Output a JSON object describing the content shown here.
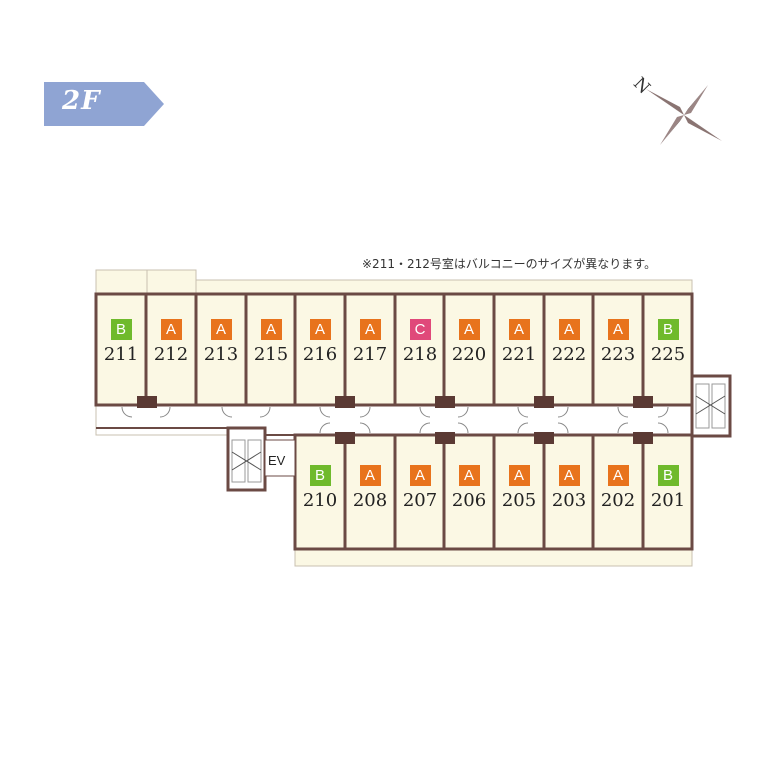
{
  "floor_label": "2F",
  "compass": {
    "label": "N"
  },
  "note": "※211・212号室はバルコニーのサイズが異なります。",
  "ev_label": "EV",
  "colors": {
    "A": "#e8731c",
    "B": "#6fba2c",
    "C": "#e0497a",
    "wall": "#6b4a44",
    "room": "#fbf8e4",
    "tag": "#8fa4d3"
  },
  "units_top": [
    {
      "type": "B",
      "number": "211"
    },
    {
      "type": "A",
      "number": "212"
    },
    {
      "type": "A",
      "number": "213"
    },
    {
      "type": "A",
      "number": "215"
    },
    {
      "type": "A",
      "number": "216"
    },
    {
      "type": "A",
      "number": "217"
    },
    {
      "type": "C",
      "number": "218"
    },
    {
      "type": "A",
      "number": "220"
    },
    {
      "type": "A",
      "number": "221"
    },
    {
      "type": "A",
      "number": "222"
    },
    {
      "type": "A",
      "number": "223"
    },
    {
      "type": "B",
      "number": "225"
    }
  ],
  "units_bottom": [
    {
      "type": "B",
      "number": "210"
    },
    {
      "type": "A",
      "number": "208"
    },
    {
      "type": "A",
      "number": "207"
    },
    {
      "type": "A",
      "number": "206"
    },
    {
      "type": "A",
      "number": "205"
    },
    {
      "type": "A",
      "number": "203"
    },
    {
      "type": "A",
      "number": "202"
    },
    {
      "type": "B",
      "number": "201"
    }
  ]
}
